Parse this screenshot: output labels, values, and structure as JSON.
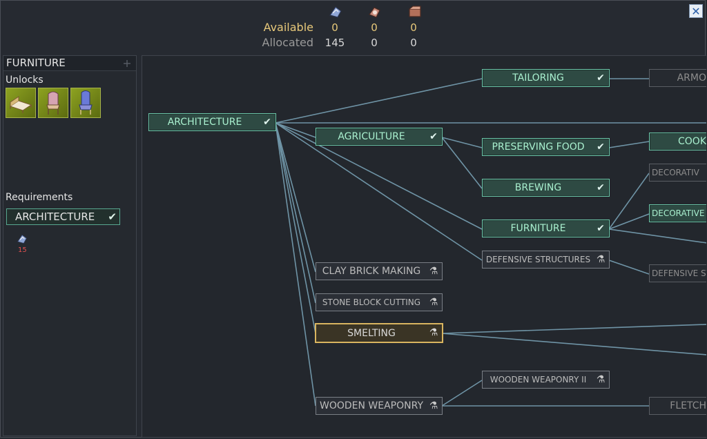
{
  "header": {
    "icons": [
      "research-points-icon",
      "production-points-icon",
      "storage-points-icon"
    ],
    "available_label": "Available",
    "allocated_label": "Allocated",
    "available_values": [
      "0",
      "0",
      "0"
    ],
    "allocated_values": [
      "145",
      "0",
      "0"
    ]
  },
  "close_label": "✕",
  "left_panel": {
    "title": "FURNITURE",
    "unlocks_label": "Unlocks",
    "unlock_items": [
      "bed-icon",
      "chair-icon",
      "throne-icon"
    ],
    "requirements_label": "Requirements",
    "requirement": "ARCHITECTURE",
    "cost_value": "15"
  },
  "tree": {
    "nodes": {
      "architecture": "ARCHITECTURE",
      "agriculture": "AGRICULTURE",
      "tailoring": "TAILORING",
      "armor": "ARMO",
      "preserving_food": "PRESERVING FOOD",
      "cooking": "COOK",
      "brewing": "BREWING",
      "decorative_1": "DECORATIV",
      "decorative_2": "DECORATIVE S",
      "furniture": "FURNITURE",
      "defensive_structures": "DEFENSIVE STRUCTURES",
      "defensive_structures_2": "DEFENSIVE ST",
      "clay_brick": "CLAY BRICK MAKING",
      "stone_block": "STONE BLOCK CUTTING",
      "smelting": "SMELTING",
      "wooden_weaponry_2": "WOODEN WEAPONRY II",
      "wooden_weaponry": "WOODEN WEAPONRY",
      "fletching": "FLETCH"
    }
  },
  "colors": {
    "researched": "#6bc4a7",
    "selected": "#d9b560",
    "line": "#6f94a6",
    "background": "#23272d"
  }
}
